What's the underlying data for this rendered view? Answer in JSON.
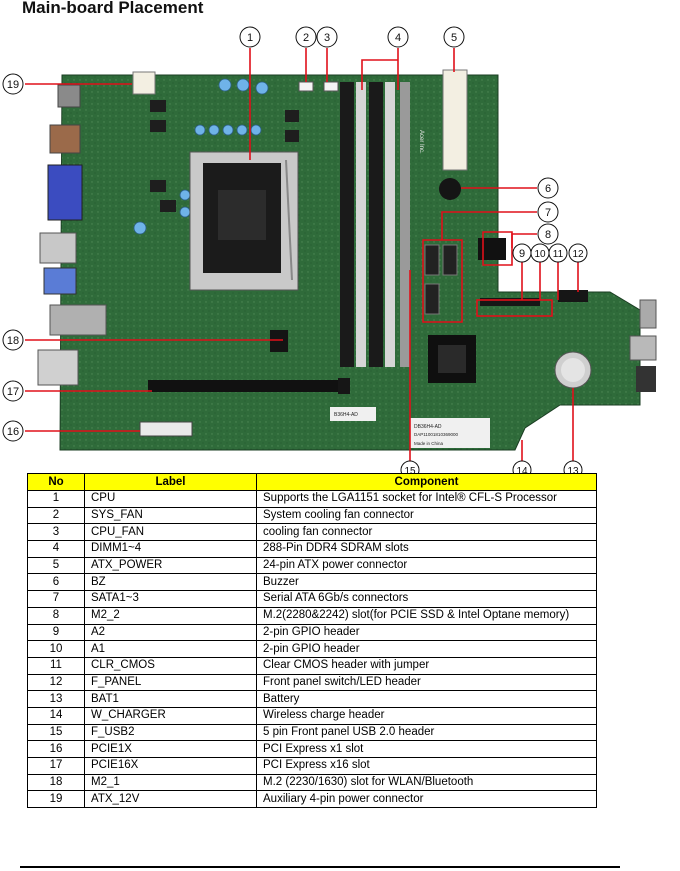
{
  "page_title": "Main-board Placement",
  "callouts": [
    "1",
    "2",
    "3",
    "4",
    "5",
    "6",
    "7",
    "8",
    "9",
    "10",
    "11",
    "12",
    "13",
    "14",
    "15",
    "16",
    "17",
    "18",
    "19"
  ],
  "board_text": {
    "vendor": "Acer Inc.",
    "model": "B36H4-AD",
    "model2": "DB36H4-AD",
    "origin": "Made in China",
    "serial": "DAP11001810369000"
  },
  "table": {
    "headers": [
      "No",
      "Label",
      "Component"
    ],
    "rows": [
      {
        "no": "1",
        "label": "CPU",
        "component": "Supports the LGA1151 socket for Intel® CFL-S Processor"
      },
      {
        "no": "2",
        "label": "SYS_FAN",
        "component": "System cooling fan connector"
      },
      {
        "no": "3",
        "label": "CPU_FAN",
        "component": "cooling fan connector"
      },
      {
        "no": "4",
        "label": "DIMM1~4",
        "component": "288-Pin DDR4 SDRAM slots"
      },
      {
        "no": "5",
        "label": "ATX_POWER",
        "component": "24-pin ATX power connector"
      },
      {
        "no": "6",
        "label": "BZ",
        "component": "Buzzer"
      },
      {
        "no": "7",
        "label": "SATA1~3",
        "component": "Serial ATA 6Gb/s connectors"
      },
      {
        "no": "8",
        "label": "M2_2",
        "component": "M.2(2280&2242) slot(for PCIE SSD & Intel Optane memory)"
      },
      {
        "no": "9",
        "label": "A2",
        "component": "2-pin GPIO header"
      },
      {
        "no": "10",
        "label": "A1",
        "component": "2-pin GPIO header"
      },
      {
        "no": "11",
        "label": "CLR_CMOS",
        "component": "Clear CMOS header with jumper"
      },
      {
        "no": "12",
        "label": "F_PANEL",
        "component": "Front panel switch/LED header"
      },
      {
        "no": "13",
        "label": "BAT1",
        "component": "Battery"
      },
      {
        "no": "14",
        "label": "W_CHARGER",
        "component": "Wireless charge header"
      },
      {
        "no": "15",
        "label": "F_USB2",
        "component": "5 pin Front panel USB 2.0 header"
      },
      {
        "no": "16",
        "label": "PCIE1X",
        "component": "PCI Express x1 slot"
      },
      {
        "no": "17",
        "label": "PCIE16X",
        "component": "PCI Express x16 slot"
      },
      {
        "no": "18",
        "label": "M2_1",
        "component": "M.2 (2230/1630) slot for WLAN/Bluetooth"
      },
      {
        "no": "19",
        "label": "ATX_12V",
        "component": "Auxiliary 4-pin power connector"
      }
    ]
  },
  "colors": {
    "pcb": "#2f6b3a",
    "callout": "#e0101a",
    "header_bg": "#ffff00"
  }
}
